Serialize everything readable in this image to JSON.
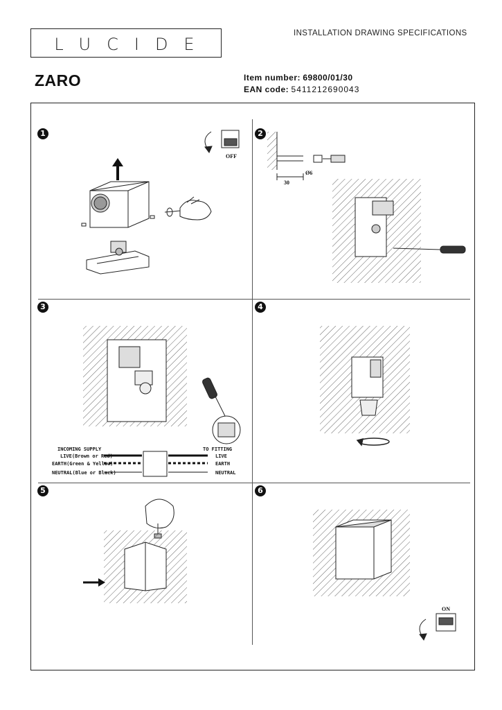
{
  "header": {
    "logo_text": "LUCIDE",
    "document_title": "INSTALLATION DRAWING SPECIFICATIONS",
    "product_name": "ZARO",
    "item_label": "Item number:",
    "item_value": "69800/01/30",
    "ean_label": "EAN code:",
    "ean_value": "5411212690043"
  },
  "steps": [
    {
      "number": "1",
      "switch_label": "OFF"
    },
    {
      "number": "2",
      "dimension_label": "30",
      "dimension_label_2": "Ø6"
    },
    {
      "number": "3",
      "incoming_label": "INCOMING SUPPLY",
      "fitting_label": "TO FITTING",
      "wires": [
        {
          "left": "LIVE(Brown or Red)",
          "right": "LIVE"
        },
        {
          "left": "EARTH(Green & Yellow)",
          "right": "EARTH"
        },
        {
          "left": "NEUTRAL(Blue or Black)",
          "right": "NEUTRAL"
        }
      ]
    },
    {
      "number": "4"
    },
    {
      "number": "5"
    },
    {
      "number": "6",
      "switch_label": "ON"
    }
  ]
}
